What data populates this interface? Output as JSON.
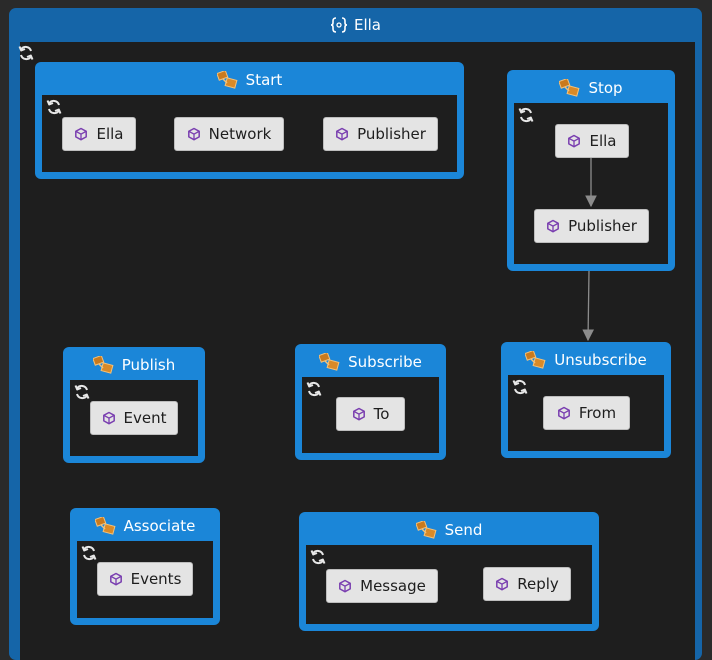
{
  "diagram": {
    "root": {
      "title": "Ella",
      "icon": "namespace-braces-icon"
    },
    "groups": {
      "start": {
        "title": "Start",
        "icon": "class-icon",
        "nodes": [
          "Ella",
          "Network",
          "Publisher"
        ]
      },
      "stop": {
        "title": "Stop",
        "icon": "class-icon",
        "nodes": [
          "Ella",
          "Publisher"
        ]
      },
      "publish": {
        "title": "Publish",
        "icon": "class-icon",
        "nodes": [
          "Event"
        ]
      },
      "subscribe": {
        "title": "Subscribe",
        "icon": "class-icon",
        "nodes": [
          "To"
        ]
      },
      "unsubscribe": {
        "title": "Unsubscribe",
        "icon": "class-icon",
        "nodes": [
          "From"
        ]
      },
      "associate": {
        "title": "Associate",
        "icon": "class-icon",
        "nodes": [
          "Events"
        ]
      },
      "send": {
        "title": "Send",
        "icon": "class-icon",
        "nodes": [
          "Message",
          "Reply"
        ]
      }
    },
    "node_icon": "method-cube-icon",
    "edges": [
      {
        "from": "Stop.Ella",
        "to": "Stop.Publisher"
      },
      {
        "from": "Stop",
        "to": "Unsubscribe"
      }
    ],
    "colors": {
      "group_fill": "#1b86d8",
      "root_fill": "#1565a8",
      "canvas": "#1e1e1e",
      "node_fill": "#e4e4e4",
      "node_icon": "#7a3fb0",
      "class_icon": "#c97a1e",
      "edge": "#8c8c8c"
    }
  }
}
